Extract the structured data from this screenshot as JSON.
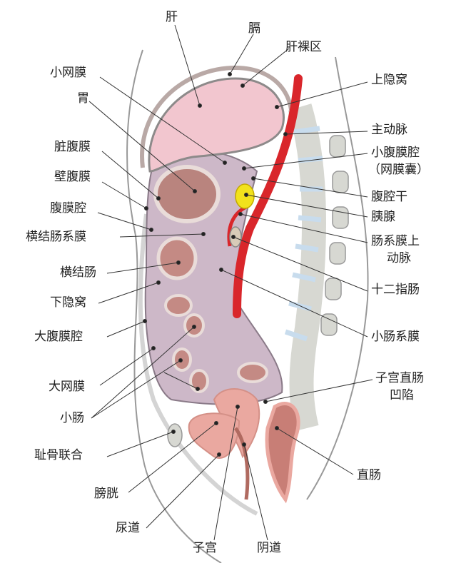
{
  "labels": {
    "liver": "肝",
    "diaphragm": "膈",
    "bare_area": "肝裸区",
    "lesser_omentum": "小网膜",
    "stomach": "胃",
    "visceral_peritoneum": "脏腹膜",
    "parietal_peritoneum": "壁腹膜",
    "peritoneal_cavity": "腹膜腔",
    "transverse_mesocolon": "横结肠系膜",
    "transverse_colon": "横结肠",
    "inferior_recess": "下隐窝",
    "greater_sac": "大腹膜腔",
    "greater_omentum": "大网膜",
    "small_intestine": "小肠",
    "pubic_symphysis": "耻骨联合",
    "bladder": "膀胱",
    "urethra": "尿道",
    "uterus": "子宫",
    "vagina": "阴道",
    "superior_recess": "上隐窝",
    "aorta": "主动脉",
    "lesser_sac_1": "小腹膜腔",
    "lesser_sac_2": "（网膜囊）",
    "celiac_trunk": "腹腔干",
    "pancreas": "胰腺",
    "sma_1": "肠系膜上",
    "sma_2": "动脉",
    "duodenum": "十二指肠",
    "mesentery": "小肠系膜",
    "rectouterine_1": "子宫直肠",
    "rectouterine_2": "凹陷",
    "rectum": "直肠"
  },
  "colors": {
    "organ_pink": "#f2c6cf",
    "peritoneum_mauve": "#cdb8c8",
    "aorta_red": "#d9262b",
    "pancreas_yellow": "#f2e21c",
    "disc_blue": "#c8dced",
    "bone_gray": "#d7d8d2",
    "line": "#333333"
  }
}
